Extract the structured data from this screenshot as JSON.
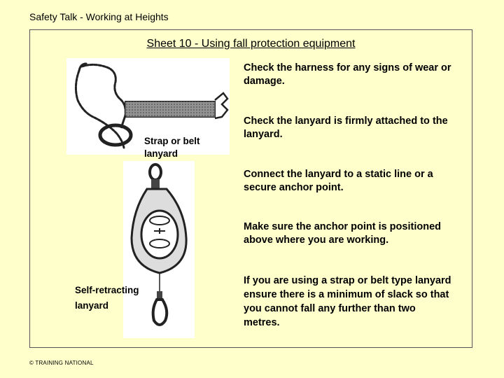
{
  "header": {
    "title": "Safety Talk - Working at Heights"
  },
  "sheet": {
    "title": "Sheet 10 - Using fall protection equipment",
    "instructions": [
      "Check the harness for any signs of wear or damage.",
      "Check the lanyard is firmly attached to the lanyard.",
      "Connect the lanyard to a static line or a secure anchor point.",
      "Make sure the anchor point is positioned above where you are working.",
      "If you are using a strap or belt type lanyard ensure there is a minimum of slack so that you cannot fall any further than two metres."
    ],
    "captions": {
      "strap_line1": "Strap or belt",
      "strap_line2": "lanyard",
      "self_line1": "Self-retracting",
      "self_line2": "lanyard"
    }
  },
  "footer": {
    "copyright": "© TRAINING NATIONAL"
  }
}
